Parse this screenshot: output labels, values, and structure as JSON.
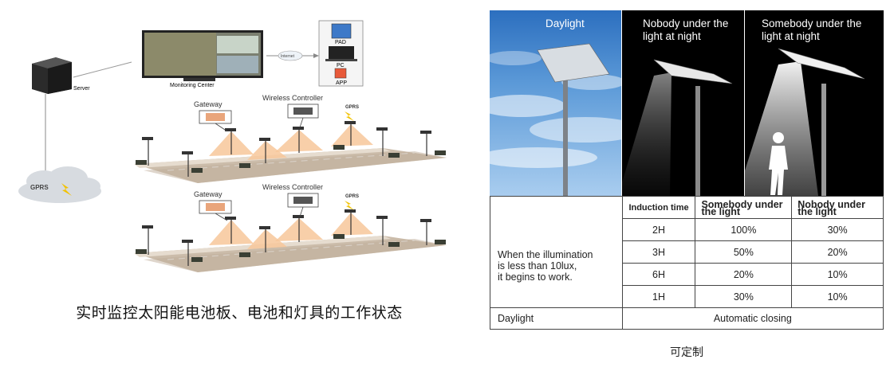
{
  "diagram": {
    "server_label": "Server",
    "monitoring_label": "Monitoring Center",
    "internet_label": "Internet",
    "pad_label": "PAD",
    "pc_label": "PC",
    "app_label": "APP",
    "gprs_cloud_label": "GPRS",
    "gateway_label": "Gateway",
    "wireless_label": "Wireless Controller",
    "gprs_small_label": "GPRS",
    "caption": "实时监控太阳能电池板、电池和灯具的工作状态"
  },
  "panel": {
    "photos": [
      {
        "title": "Daylight"
      },
      {
        "title_line1": "Nobody under the",
        "title_line2": "light at night"
      },
      {
        "title_line1": "Somebody under the",
        "title_line2": "light at night"
      }
    ],
    "table": {
      "header": {
        "induction": "Induction time",
        "somebody_line1": "Somebody under",
        "somebody_line2": "the light",
        "nobody_line1": "Nobody under",
        "nobody_line2": "the light"
      },
      "condition_line1": "When the illumination",
      "condition_line2": "is less than 10lux,",
      "condition_line3": "it begins to work.",
      "rows": [
        {
          "time": "2H",
          "somebody": "100%",
          "nobody": "30%"
        },
        {
          "time": "3H",
          "somebody": "50%",
          "nobody": "20%"
        },
        {
          "time": "6H",
          "somebody": "20%",
          "nobody": "10%"
        },
        {
          "time": "1H",
          "somebody": "30%",
          "nobody": "10%"
        }
      ],
      "daylight_label": "Daylight",
      "daylight_value": "Automatic closing"
    },
    "caption": "可定制"
  },
  "colors": {
    "road": "#c9b9a8",
    "light_beam": "#f7c79a",
    "sky": "#3f7fc6",
    "night": "#000000"
  }
}
